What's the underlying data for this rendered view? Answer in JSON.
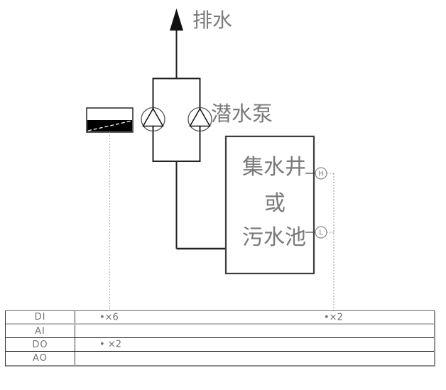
{
  "diagram": {
    "drain_label": "排水",
    "pump_label": "潜水泵",
    "tank": {
      "line1": "集水井",
      "line2": "或",
      "line3": "污水池"
    },
    "level_switch_high": "H",
    "level_switch_low": "L"
  },
  "io_table": {
    "rows": [
      {
        "label": "DI",
        "value_left": "•×6",
        "value_right": "•×2"
      },
      {
        "label": "AI",
        "value_left": "",
        "value_right": ""
      },
      {
        "label": "DO",
        "value_left": "• ×2",
        "value_right": ""
      },
      {
        "label": "AO",
        "value_left": "",
        "value_right": ""
      }
    ]
  },
  "colors": {
    "pipe_line": "#222222",
    "tank_border": "#3d3d3d",
    "gray_text": "#7a7a7a",
    "dashed_signal": "#a0a0a0",
    "arrow_fill": "#111111"
  }
}
